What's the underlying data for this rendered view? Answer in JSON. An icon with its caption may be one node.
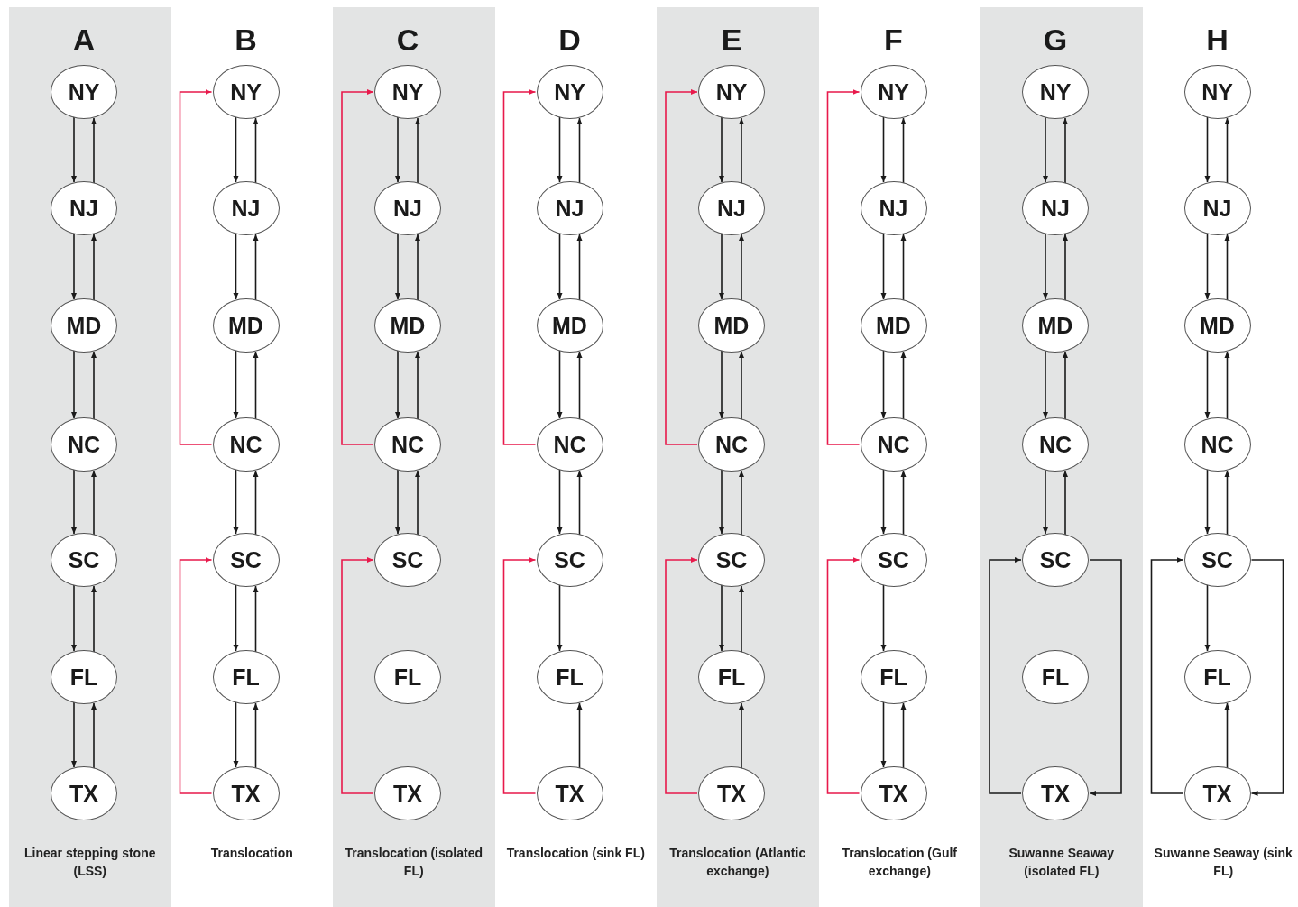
{
  "diagram": {
    "nodes": [
      {
        "text": [
          "A",
          "Linear stepping stone (LSS)"
        ]
      },
      {
        "text": [
          "NY"
        ],
        "in": 0
      },
      {
        "text": [
          "NJ"
        ],
        "in": 0
      },
      {
        "text": [
          "MD"
        ],
        "in": 0
      },
      {
        "text": [
          "NC"
        ],
        "in": 0
      },
      {
        "text": [
          "SC"
        ],
        "in": 0
      },
      {
        "text": [
          "FL"
        ],
        "in": 0
      },
      {
        "text": [
          "TX"
        ],
        "in": 0
      },
      {
        "text": [
          "B",
          "Translocation"
        ]
      },
      {
        "text": [
          "NY"
        ],
        "in": 8
      },
      {
        "text": [
          "NJ"
        ],
        "in": 8
      },
      {
        "text": [
          "MD"
        ],
        "in": 8
      },
      {
        "text": [
          "NC"
        ],
        "in": 8
      },
      {
        "text": [
          "SC"
        ],
        "in": 8
      },
      {
        "text": [
          "FL"
        ],
        "in": 8
      },
      {
        "text": [
          "TX"
        ],
        "in": 8
      },
      {
        "text": [
          "C",
          "Translocation (isolated FL)"
        ]
      },
      {
        "text": [
          "NY"
        ],
        "in": 16
      },
      {
        "text": [
          "NJ"
        ],
        "in": 16
      },
      {
        "text": [
          "MD"
        ],
        "in": 16
      },
      {
        "text": [
          "NC"
        ],
        "in": 16
      },
      {
        "text": [
          "SC"
        ],
        "in": 16
      },
      {
        "text": [
          "FL"
        ],
        "in": 16
      },
      {
        "text": [
          "TX"
        ],
        "in": 16
      },
      {
        "text": [
          "D",
          "Translocation (sink FL)"
        ]
      },
      {
        "text": [
          "NY"
        ],
        "in": 24
      },
      {
        "text": [
          "NJ"
        ],
        "in": 24
      },
      {
        "text": [
          "MD"
        ],
        "in": 24
      },
      {
        "text": [
          "NC"
        ],
        "in": 24
      },
      {
        "text": [
          "SC"
        ],
        "in": 24
      },
      {
        "text": [
          "FL"
        ],
        "in": 24
      },
      {
        "text": [
          "TX"
        ],
        "in": 24
      },
      {
        "text": [
          "E",
          "Translocation (Atlantic exchange)"
        ]
      },
      {
        "text": [
          "NY"
        ],
        "in": 32
      },
      {
        "text": [
          "NJ"
        ],
        "in": 32
      },
      {
        "text": [
          "MD"
        ],
        "in": 32
      },
      {
        "text": [
          "NC"
        ],
        "in": 32
      },
      {
        "text": [
          "SC"
        ],
        "in": 32
      },
      {
        "text": [
          "FL"
        ],
        "in": 32
      },
      {
        "text": [
          "TX"
        ],
        "in": 32
      },
      {
        "text": [
          "F",
          "Translocation (Gulf exchange)"
        ]
      },
      {
        "text": [
          "NY"
        ],
        "in": 40
      },
      {
        "text": [
          "NJ"
        ],
        "in": 40
      },
      {
        "text": [
          "MD"
        ],
        "in": 40
      },
      {
        "text": [
          "NC"
        ],
        "in": 40
      },
      {
        "text": [
          "SC"
        ],
        "in": 40
      },
      {
        "text": [
          "FL"
        ],
        "in": 40
      },
      {
        "text": [
          "TX"
        ],
        "in": 40
      },
      {
        "text": [
          "G",
          "Suwanne Seaway (isolated FL)"
        ]
      },
      {
        "text": [
          "NY"
        ],
        "in": 48
      },
      {
        "text": [
          "NJ"
        ],
        "in": 48
      },
      {
        "text": [
          "MD"
        ],
        "in": 48
      },
      {
        "text": [
          "NC"
        ],
        "in": 48
      },
      {
        "text": [
          "SC"
        ],
        "in": 48
      },
      {
        "text": [
          "FL"
        ],
        "in": 48
      },
      {
        "text": [
          "TX"
        ],
        "in": 48
      },
      {
        "text": [
          "H",
          "Suwanne Seaway (sink FL)"
        ]
      },
      {
        "text": [
          "NY"
        ],
        "in": 56
      },
      {
        "text": [
          "NJ"
        ],
        "in": 56
      },
      {
        "text": [
          "MD"
        ],
        "in": 56
      },
      {
        "text": [
          "NC"
        ],
        "in": 56
      },
      {
        "text": [
          "SC"
        ],
        "in": 56
      },
      {
        "text": [
          "FL"
        ],
        "in": 56
      },
      {
        "text": [
          "TX"
        ],
        "in": 56
      }
    ],
    "edges": [
      {
        "from": 1,
        "to": 2,
        "arrow": "to"
      },
      {
        "from": 2,
        "to": 1,
        "arrow": "to"
      },
      {
        "from": 2,
        "to": 3,
        "arrow": "to"
      },
      {
        "from": 3,
        "to": 2,
        "arrow": "to"
      },
      {
        "from": 3,
        "to": 4,
        "arrow": "to"
      },
      {
        "from": 4,
        "to": 3,
        "arrow": "to"
      },
      {
        "from": 4,
        "to": 5,
        "arrow": "to"
      },
      {
        "from": 5,
        "to": 4,
        "arrow": "to"
      },
      {
        "from": 5,
        "to": 6,
        "arrow": "to"
      },
      {
        "from": 6,
        "to": 5,
        "arrow": "to"
      },
      {
        "from": 6,
        "to": 7,
        "arrow": "to"
      },
      {
        "from": 7,
        "to": 6,
        "arrow": "to"
      },
      {
        "from": 9,
        "to": 10,
        "arrow": "to"
      },
      {
        "from": 10,
        "to": 9,
        "arrow": "to"
      },
      {
        "from": 10,
        "to": 11,
        "arrow": "to"
      },
      {
        "from": 11,
        "to": 10,
        "arrow": "to"
      },
      {
        "from": 11,
        "to": 12,
        "arrow": "to"
      },
      {
        "from": 12,
        "to": 11,
        "arrow": "to"
      },
      {
        "from": 12,
        "to": 13,
        "arrow": "to"
      },
      {
        "from": 13,
        "to": 12,
        "arrow": "to"
      },
      {
        "from": 13,
        "to": 14,
        "arrow": "to"
      },
      {
        "from": 14,
        "to": 13,
        "arrow": "to"
      },
      {
        "from": 14,
        "to": 15,
        "arrow": "to"
      },
      {
        "from": 15,
        "to": 14,
        "arrow": "to"
      },
      {
        "from": 12,
        "to": 9,
        "arrow": "to",
        "color": "#e8194b"
      },
      {
        "from": 15,
        "to": 13,
        "arrow": "to",
        "color": "#e8194b"
      },
      {
        "from": 17,
        "to": 18,
        "arrow": "to"
      },
      {
        "from": 18,
        "to": 17,
        "arrow": "to"
      },
      {
        "from": 18,
        "to": 19,
        "arrow": "to"
      },
      {
        "from": 19,
        "to": 18,
        "arrow": "to"
      },
      {
        "from": 19,
        "to": 20,
        "arrow": "to"
      },
      {
        "from": 20,
        "to": 19,
        "arrow": "to"
      },
      {
        "from": 20,
        "to": 21,
        "arrow": "to"
      },
      {
        "from": 21,
        "to": 20,
        "arrow": "to"
      },
      {
        "from": 20,
        "to": 17,
        "arrow": "to",
        "color": "#e8194b"
      },
      {
        "from": 23,
        "to": 21,
        "arrow": "to",
        "color": "#e8194b"
      },
      {
        "from": 25,
        "to": 26,
        "arrow": "to"
      },
      {
        "from": 26,
        "to": 25,
        "arrow": "to"
      },
      {
        "from": 26,
        "to": 27,
        "arrow": "to"
      },
      {
        "from": 27,
        "to": 26,
        "arrow": "to"
      },
      {
        "from": 27,
        "to": 28,
        "arrow": "to"
      },
      {
        "from": 28,
        "to": 27,
        "arrow": "to"
      },
      {
        "from": 28,
        "to": 29,
        "arrow": "to"
      },
      {
        "from": 29,
        "to": 28,
        "arrow": "to"
      },
      {
        "from": 29,
        "to": 30,
        "arrow": "to"
      },
      {
        "from": 31,
        "to": 30,
        "arrow": "to"
      },
      {
        "from": 28,
        "to": 25,
        "arrow": "to",
        "color": "#e8194b"
      },
      {
        "from": 31,
        "to": 29,
        "arrow": "to",
        "color": "#e8194b"
      },
      {
        "from": 33,
        "to": 34,
        "arrow": "to"
      },
      {
        "from": 34,
        "to": 33,
        "arrow": "to"
      },
      {
        "from": 34,
        "to": 35,
        "arrow": "to"
      },
      {
        "from": 35,
        "to": 34,
        "arrow": "to"
      },
      {
        "from": 35,
        "to": 36,
        "arrow": "to"
      },
      {
        "from": 36,
        "to": 35,
        "arrow": "to"
      },
      {
        "from": 36,
        "to": 37,
        "arrow": "to"
      },
      {
        "from": 37,
        "to": 36,
        "arrow": "to"
      },
      {
        "from": 37,
        "to": 38,
        "arrow": "to"
      },
      {
        "from": 38,
        "to": 37,
        "arrow": "to"
      },
      {
        "from": 39,
        "to": 38,
        "arrow": "to"
      },
      {
        "from": 36,
        "to": 33,
        "arrow": "to",
        "color": "#e8194b"
      },
      {
        "from": 39,
        "to": 37,
        "arrow": "to",
        "color": "#e8194b"
      },
      {
        "from": 41,
        "to": 42,
        "arrow": "to"
      },
      {
        "from": 42,
        "to": 41,
        "arrow": "to"
      },
      {
        "from": 42,
        "to": 43,
        "arrow": "to"
      },
      {
        "from": 43,
        "to": 42,
        "arrow": "to"
      },
      {
        "from": 43,
        "to": 44,
        "arrow": "to"
      },
      {
        "from": 44,
        "to": 43,
        "arrow": "to"
      },
      {
        "from": 44,
        "to": 45,
        "arrow": "to"
      },
      {
        "from": 45,
        "to": 44,
        "arrow": "to"
      },
      {
        "from": 45,
        "to": 46,
        "arrow": "to"
      },
      {
        "from": 46,
        "to": 47,
        "arrow": "to"
      },
      {
        "from": 47,
        "to": 46,
        "arrow": "to"
      },
      {
        "from": 44,
        "to": 41,
        "arrow": "to",
        "color": "#e8194b"
      },
      {
        "from": 47,
        "to": 45,
        "arrow": "to",
        "color": "#e8194b"
      },
      {
        "from": 49,
        "to": 50,
        "arrow": "to"
      },
      {
        "from": 50,
        "to": 49,
        "arrow": "to"
      },
      {
        "from": 50,
        "to": 51,
        "arrow": "to"
      },
      {
        "from": 51,
        "to": 50,
        "arrow": "to"
      },
      {
        "from": 51,
        "to": 52,
        "arrow": "to"
      },
      {
        "from": 52,
        "to": 51,
        "arrow": "to"
      },
      {
        "from": 52,
        "to": 53,
        "arrow": "to"
      },
      {
        "from": 53,
        "to": 52,
        "arrow": "to"
      },
      {
        "from": 55,
        "to": 53,
        "arrow": "to"
      },
      {
        "from": 53,
        "to": 55,
        "arrow": "to"
      },
      {
        "from": 57,
        "to": 58,
        "arrow": "to"
      },
      {
        "from": 58,
        "to": 57,
        "arrow": "to"
      },
      {
        "from": 58,
        "to": 59,
        "arrow": "to"
      },
      {
        "from": 59,
        "to": 58,
        "arrow": "to"
      },
      {
        "from": 59,
        "to": 60,
        "arrow": "to"
      },
      {
        "from": 60,
        "to": 59,
        "arrow": "to"
      },
      {
        "from": 60,
        "to": 61,
        "arrow": "to"
      },
      {
        "from": 61,
        "to": 60,
        "arrow": "to"
      },
      {
        "from": 61,
        "to": 62,
        "arrow": "to"
      },
      {
        "from": 63,
        "to": 62,
        "arrow": "to"
      },
      {
        "from": 63,
        "to": 61,
        "arrow": "to"
      },
      {
        "from": 61,
        "to": 63,
        "arrow": "to"
      }
    ]
  }
}
